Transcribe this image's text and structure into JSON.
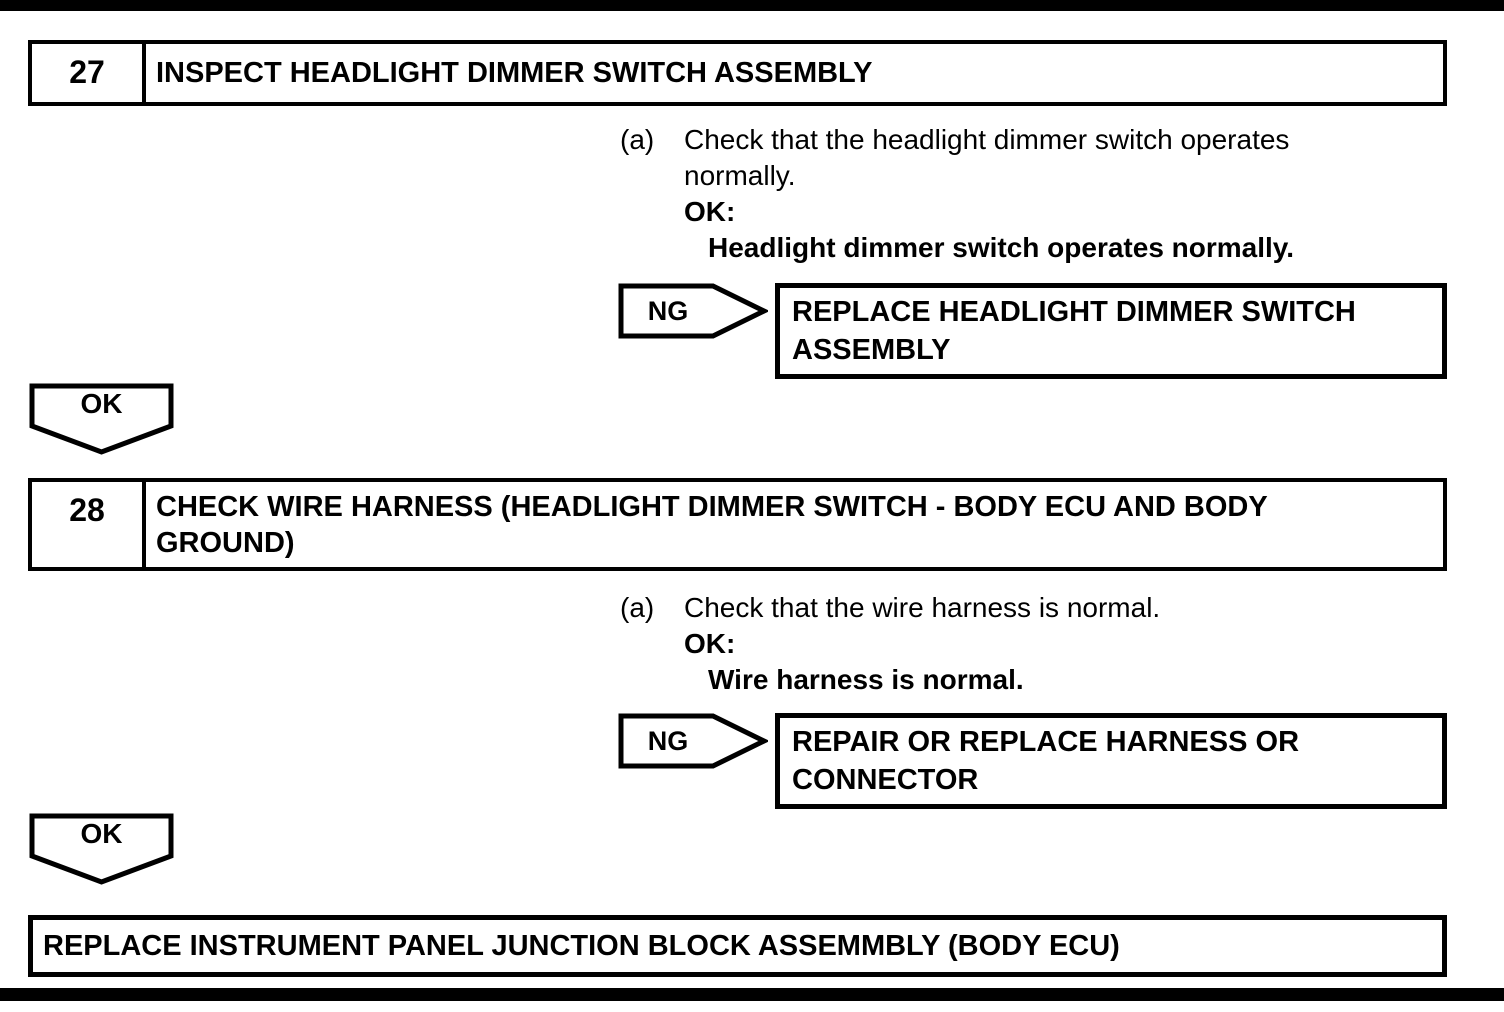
{
  "page": {
    "background": "#ffffff",
    "ink": "#000000"
  },
  "step27": {
    "number": "27",
    "title": "INSPECT HEADLIGHT DIMMER SWITCH ASSEMBLY",
    "item_label": "(a)",
    "instruction_lines": {
      "0": "Check that the headlight dimmer switch operates",
      "1": "normally."
    },
    "ok_label": "OK:",
    "ok_condition": "Headlight dimmer switch operates normally.",
    "ng_label": "NG",
    "ng_action_lines": {
      "0": "REPLACE HEADLIGHT DIMMER SWITCH",
      "1": "ASSEMBLY"
    },
    "ok_branch_label": "OK"
  },
  "step28": {
    "number": "28",
    "title_lines": {
      "0": "CHECK WIRE HARNESS (HEADLIGHT DIMMER SWITCH - BODY ECU AND BODY",
      "1": "GROUND)"
    },
    "item_label": "(a)",
    "instruction": "Check that the wire harness is normal.",
    "ok_label": "OK:",
    "ok_condition": "Wire harness is normal.",
    "ng_label": "NG",
    "ng_action_lines": {
      "0": "REPAIR OR REPLACE HARNESS OR",
      "1": "CONNECTOR"
    },
    "ok_branch_label": "OK"
  },
  "final": {
    "action": "REPLACE INSTRUMENT PANEL JUNCTION BLOCK ASSEMMBLY (BODY ECU)"
  }
}
